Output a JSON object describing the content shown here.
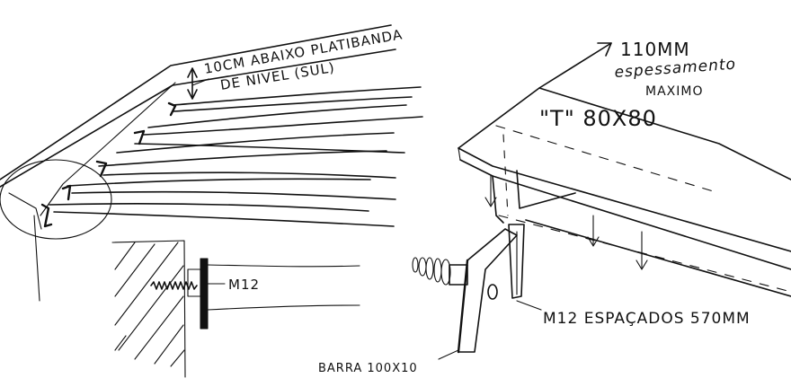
{
  "labels": {
    "note_offset_line1": "10CM ABAIXO PLATIBANDA",
    "note_offset_line2": "DE NIVEL (SUL)",
    "note_max_line1": "110MM",
    "note_max_line2": "espessamento",
    "note_max_line3": "MAXIMO",
    "profile": "\"T\" 80X80",
    "bolt_left": "M12",
    "bolt_right": "M12 ESPAÇADOS 570MM",
    "bar": "BARRA 100X10"
  }
}
